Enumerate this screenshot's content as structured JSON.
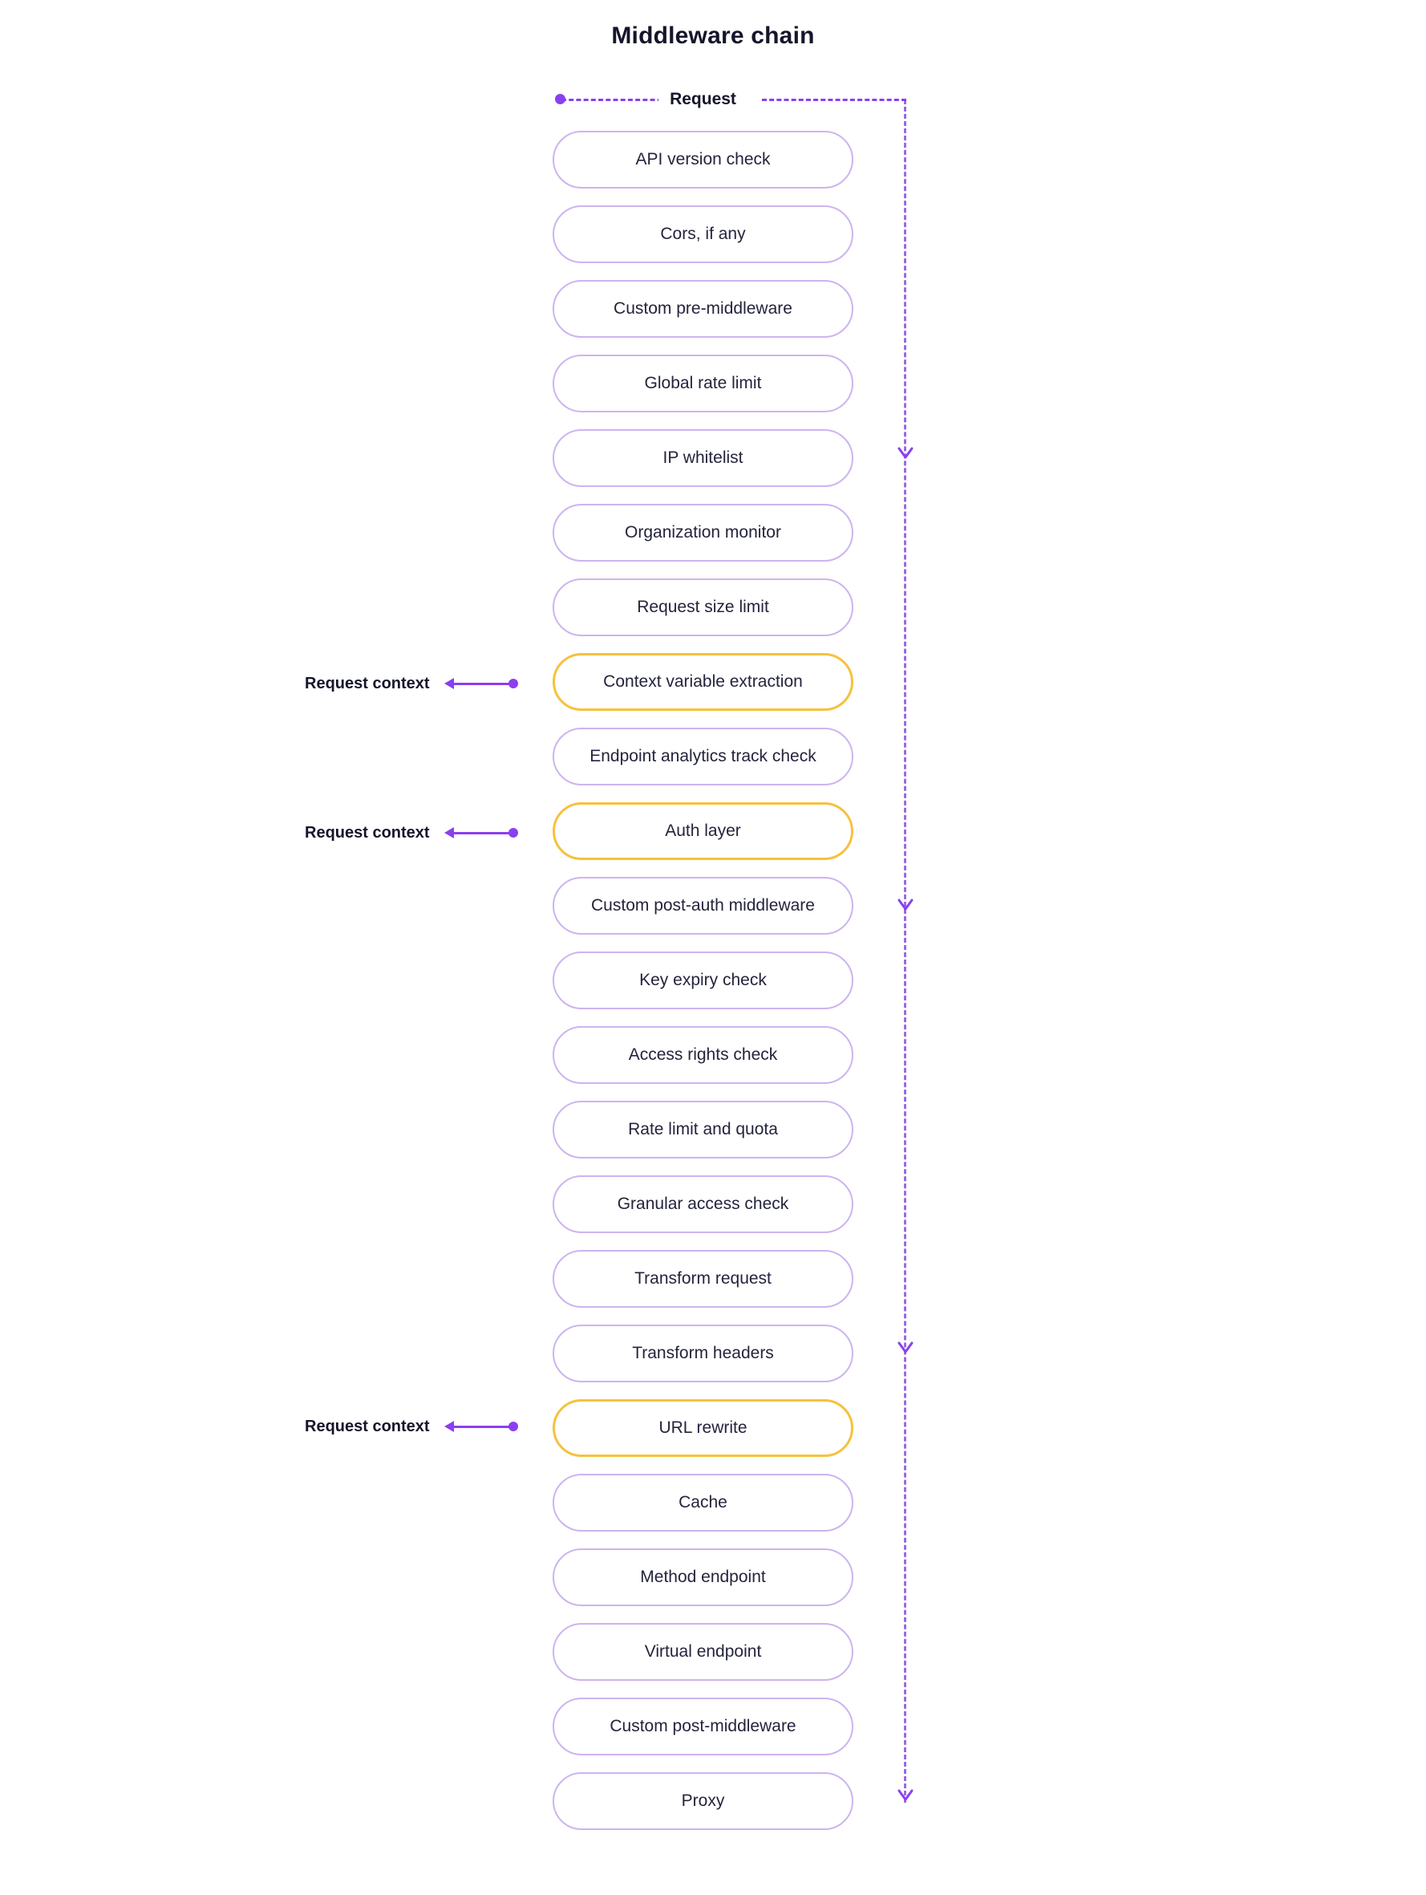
{
  "diagram": {
    "title": "Middleware chain",
    "request_label": "Request",
    "accent_purple": "#8b3ff0",
    "node_border": "#cdb4f0",
    "highlight_border": "#f6c13c",
    "nodes": [
      {
        "label": "API version check",
        "highlight": false
      },
      {
        "label": "Cors, if any",
        "highlight": false
      },
      {
        "label": "Custom pre-middleware",
        "highlight": false
      },
      {
        "label": "Global rate limit",
        "highlight": false
      },
      {
        "label": "IP whitelist",
        "highlight": false
      },
      {
        "label": "Organization monitor",
        "highlight": false
      },
      {
        "label": "Request size limit",
        "highlight": false
      },
      {
        "label": "Context variable extraction",
        "highlight": true
      },
      {
        "label": "Endpoint analytics track check",
        "highlight": false
      },
      {
        "label": "Auth layer",
        "highlight": true
      },
      {
        "label": "Custom post-auth middleware",
        "highlight": false
      },
      {
        "label": "Key expiry check",
        "highlight": false
      },
      {
        "label": "Access rights check",
        "highlight": false
      },
      {
        "label": "Rate limit and quota",
        "highlight": false
      },
      {
        "label": "Granular access check",
        "highlight": false
      },
      {
        "label": "Transform request",
        "highlight": false
      },
      {
        "label": "Transform headers",
        "highlight": false
      },
      {
        "label": "URL rewrite",
        "highlight": true
      },
      {
        "label": "Cache",
        "highlight": false
      },
      {
        "label": "Method endpoint",
        "highlight": false
      },
      {
        "label": "Virtual endpoint",
        "highlight": false
      },
      {
        "label": "Custom post-middleware",
        "highlight": false
      },
      {
        "label": "Proxy",
        "highlight": false
      }
    ],
    "context_annotations": [
      {
        "label": "Request context",
        "node_index": 7
      },
      {
        "label": "Request context",
        "node_index": 9
      },
      {
        "label": "Request context",
        "node_index": 17
      }
    ]
  }
}
